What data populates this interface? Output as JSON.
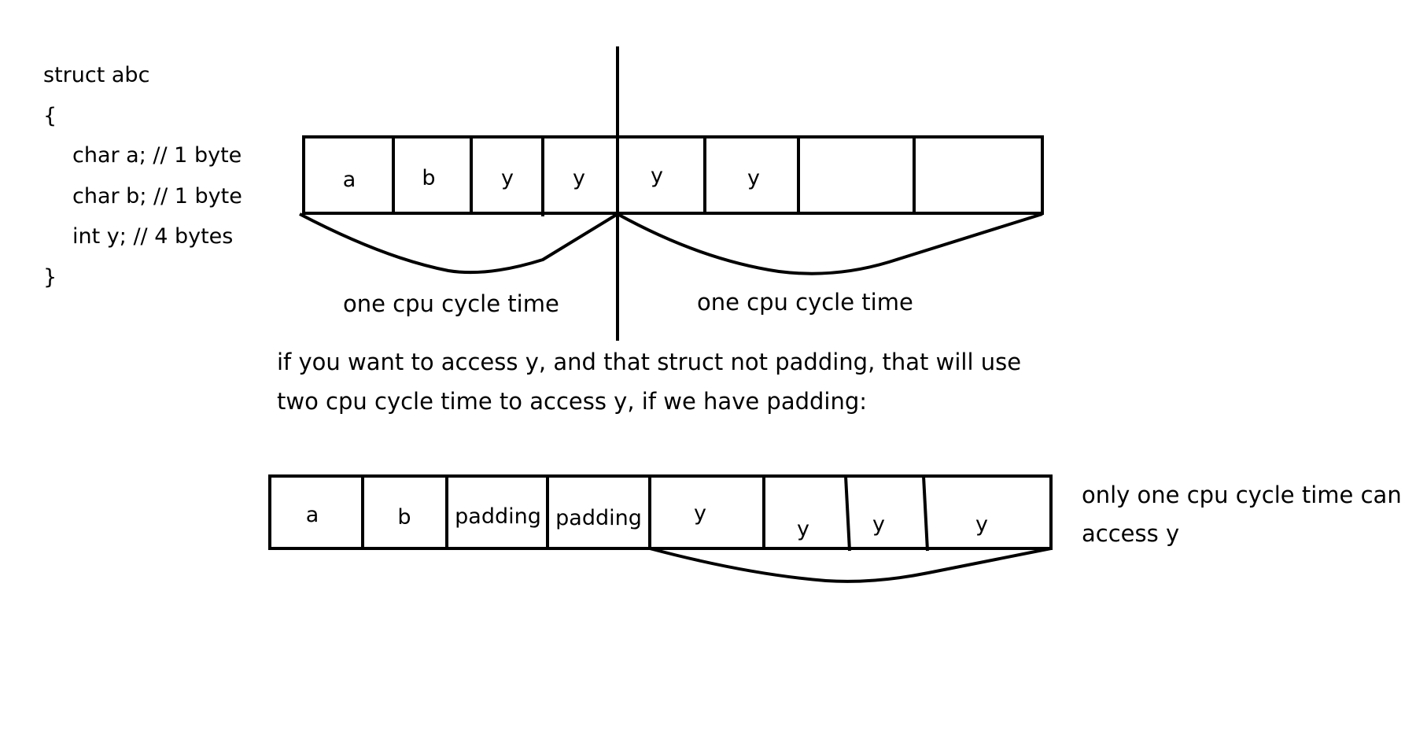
{
  "code": {
    "header": "struct abc",
    "open_brace": "{",
    "lines": [
      "char a; // 1 byte",
      "char b; // 1 byte",
      "int y; // 4 bytes"
    ],
    "close_brace": "}"
  },
  "unpadded": {
    "cells": [
      "a",
      "b",
      "y",
      "y",
      "y",
      "y",
      "",
      ""
    ],
    "cycle_labels": [
      "one cpu cycle time",
      "one cpu cycle time"
    ]
  },
  "explanation": [
    "if you want to access y, and that struct not padding, that will use",
    "two cpu cycle time to access y, if we have padding:"
  ],
  "padded": {
    "cells": [
      "a",
      "b",
      "padding",
      "padding",
      "y",
      "y",
      "y",
      "y"
    ],
    "note": [
      "only one cpu cycle time can",
      "access y"
    ]
  }
}
